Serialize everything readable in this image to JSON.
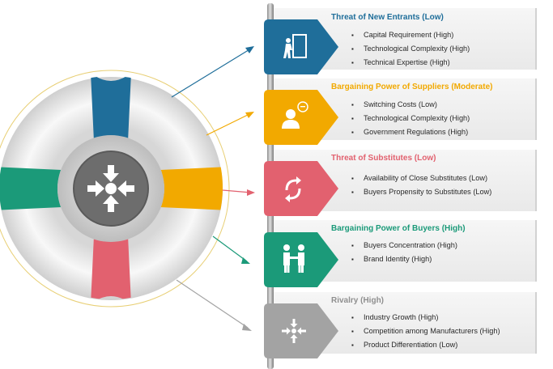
{
  "forces": [
    {
      "title": "Threat of New Entrants (Low)",
      "color": "#1f6e9a",
      "icon": "person-exit-door-icon",
      "items": [
        "Capital Requirement (High)",
        "Technological Complexity (High)",
        "Technical Expertise (High)"
      ]
    },
    {
      "title": "Bargaining Power of Suppliers (Moderate)",
      "color": "#f2a900",
      "icon": "supplier-speech-icon",
      "items": [
        "Switching Costs (Low)",
        "Technological Complexity (High)",
        "Government Regulations (High)"
      ]
    },
    {
      "title": "Threat of Substitutes (Low)",
      "color": "#e2616f",
      "icon": "swap-arrows-icon",
      "items": [
        "Availability of Close Substitutes (Low)",
        "Buyers Propensity to Substitutes (Low)"
      ]
    },
    {
      "title": "Bargaining Power of Buyers (High)",
      "color": "#1b9a79",
      "icon": "handshake-icon",
      "items": [
        "Buyers Concentration (High)",
        "Brand Identity (High)"
      ]
    },
    {
      "title": "Rivalry (High)",
      "color": "#a3a3a3",
      "icon": "converging-arrows-icon",
      "items": [
        "Industry Growth (High)",
        "Competition among Manufacturers (High)",
        "Product Differentiation (Low)"
      ]
    }
  ],
  "ring": {
    "segment_colors": {
      "top": "#1f6e9a",
      "right": "#f2a900",
      "bottom": "#e2616f",
      "left": "#1b9a79"
    },
    "center_icon": "converging-arrows-icon"
  }
}
